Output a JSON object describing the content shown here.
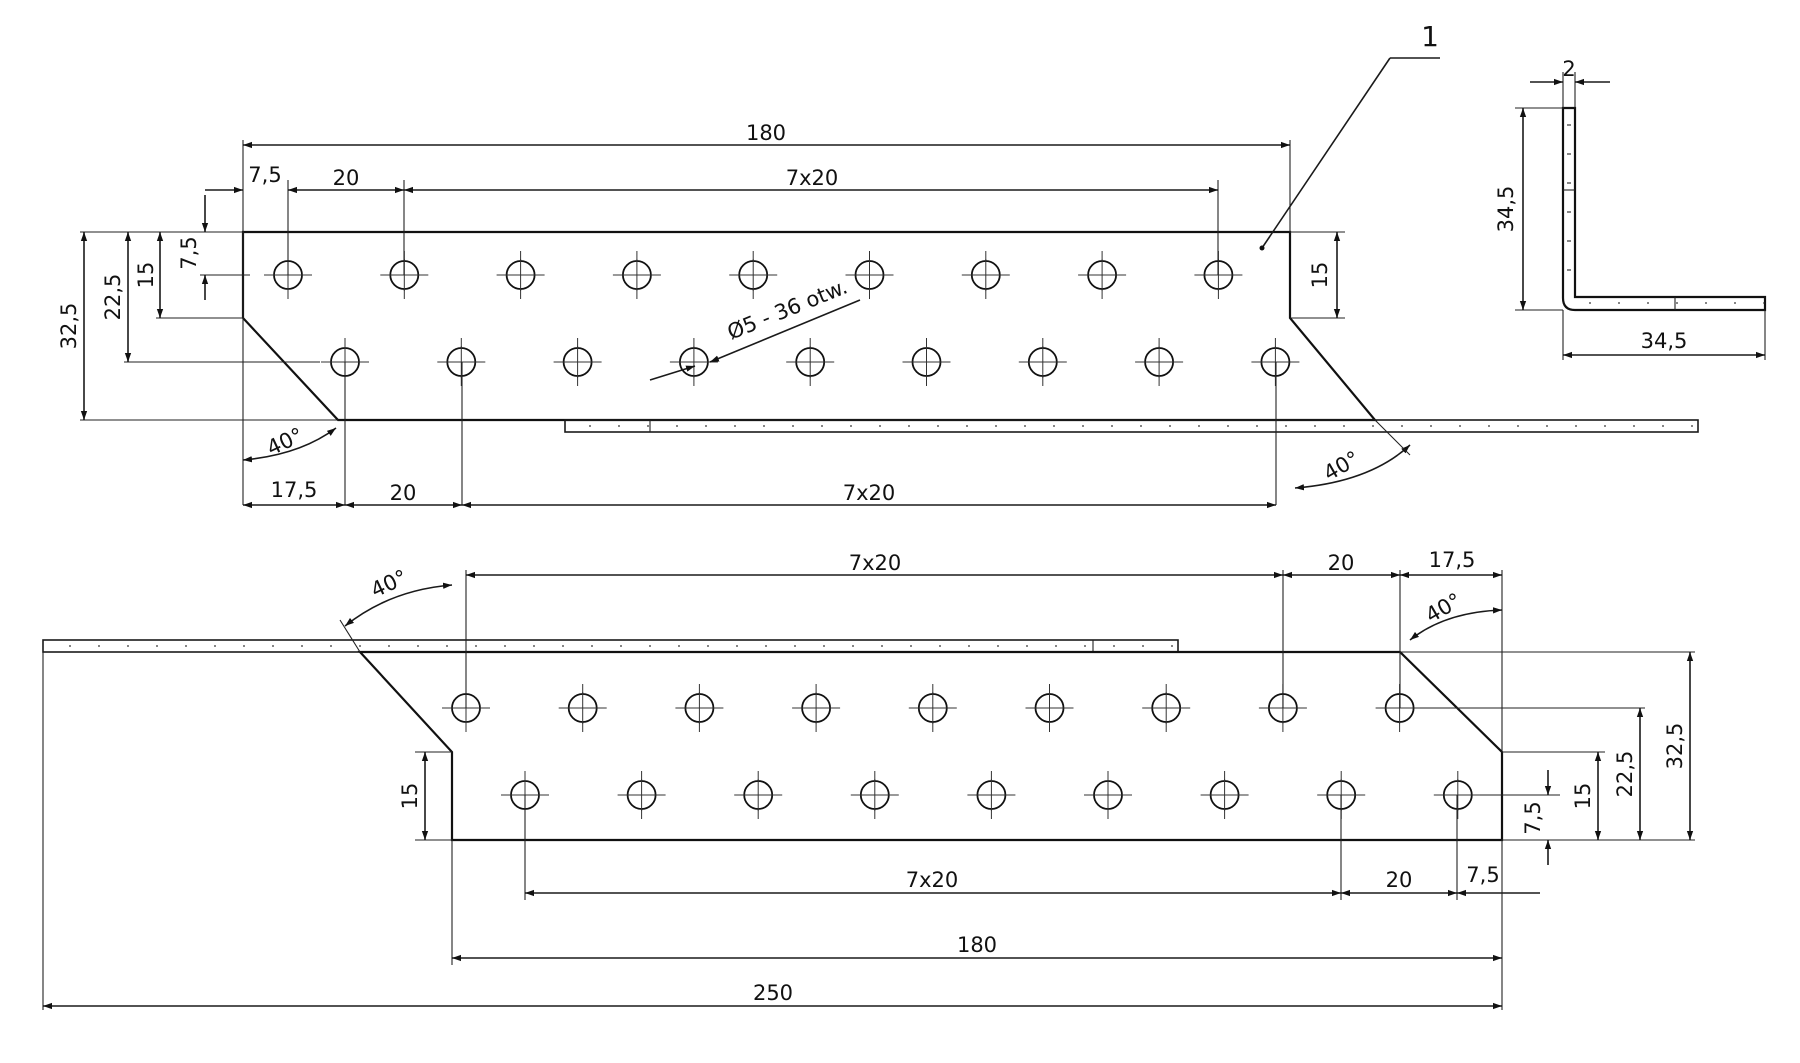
{
  "part_label": "1",
  "hole_note": "Ø5 - 36 otw.",
  "top_view": {
    "dims": {
      "overall": "180",
      "edge_7_5": "7,5",
      "pitch_20": "20",
      "pitch_7x20": "7x20",
      "v_32_5": "32,5",
      "v_22_5": "22,5",
      "v_15": "15",
      "v_7_5": "7,5",
      "v_15_right": "15",
      "bottom_17_5": "17,5",
      "bottom_20": "20",
      "bottom_7x20": "7x20",
      "angle_left": "40°",
      "angle_right": "40°"
    }
  },
  "side_view": {
    "dims": {
      "thickness": "2",
      "height": "34,5",
      "width": "34,5"
    }
  },
  "bottom_view": {
    "dims": {
      "top_7x20": "7x20",
      "top_20": "20",
      "top_17_5": "17,5",
      "angle_left": "40°",
      "angle_right": "40°",
      "v_15_left": "15",
      "v_7_5": "7,5",
      "v_15": "15",
      "v_22_5": "22,5",
      "v_32_5": "32,5",
      "bottom_7x20": "7x20",
      "bottom_20": "20",
      "bottom_7_5": "7,5",
      "len_180": "180",
      "len_250": "250"
    }
  }
}
